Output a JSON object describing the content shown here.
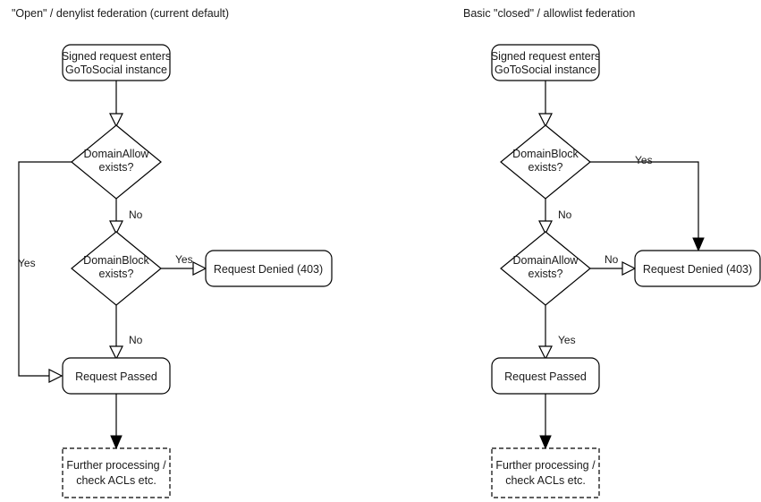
{
  "diagram": {
    "type": "flowchart",
    "columns": [
      {
        "id": "open-denylist",
        "title": "\"Open\" / denylist federation (current default)",
        "nodes": {
          "entry": {
            "label_line1": "Signed request enters",
            "label_line2": "GoToSocial instance",
            "shape": "rounded-rect"
          },
          "decision1": {
            "label_line1": "DomainAllow",
            "label_line2": "exists?",
            "shape": "diamond"
          },
          "decision2": {
            "label_line1": "DomainBlock",
            "label_line2": "exists?",
            "shape": "diamond"
          },
          "denied": {
            "label_line1": "Request Denied (403)",
            "shape": "rounded-rect"
          },
          "passed": {
            "label_line1": "Request Passed",
            "shape": "rounded-rect"
          },
          "further": {
            "label_line1": "Further processing /",
            "label_line2": "check ACLs etc.",
            "shape": "dashed-rect"
          }
        },
        "edges": {
          "allow_yes": "Yes",
          "allow_no": "No",
          "block_yes": "Yes",
          "block_no": "No"
        }
      },
      {
        "id": "closed-allowlist",
        "title": "Basic \"closed\" / allowlist federation",
        "nodes": {
          "entry": {
            "label_line1": "Signed request enters",
            "label_line2": "GoToSocial instance",
            "shape": "rounded-rect"
          },
          "decision1": {
            "label_line1": "DomainBlock",
            "label_line2": "exists?",
            "shape": "diamond"
          },
          "decision2": {
            "label_line1": "DomainAllow",
            "label_line2": "exists?",
            "shape": "diamond"
          },
          "denied": {
            "label_line1": "Request Denied (403)",
            "shape": "rounded-rect"
          },
          "passed": {
            "label_line1": "Request Passed",
            "shape": "rounded-rect"
          },
          "further": {
            "label_line1": "Further processing /",
            "label_line2": "check ACLs etc.",
            "shape": "dashed-rect"
          }
        },
        "edges": {
          "block_yes": "Yes",
          "block_no": "No",
          "allow_no": "No",
          "allow_yes": "Yes"
        }
      }
    ],
    "colors": {
      "background": "#ffffff",
      "stroke": "#000000",
      "text": "#1a1a1a"
    }
  }
}
